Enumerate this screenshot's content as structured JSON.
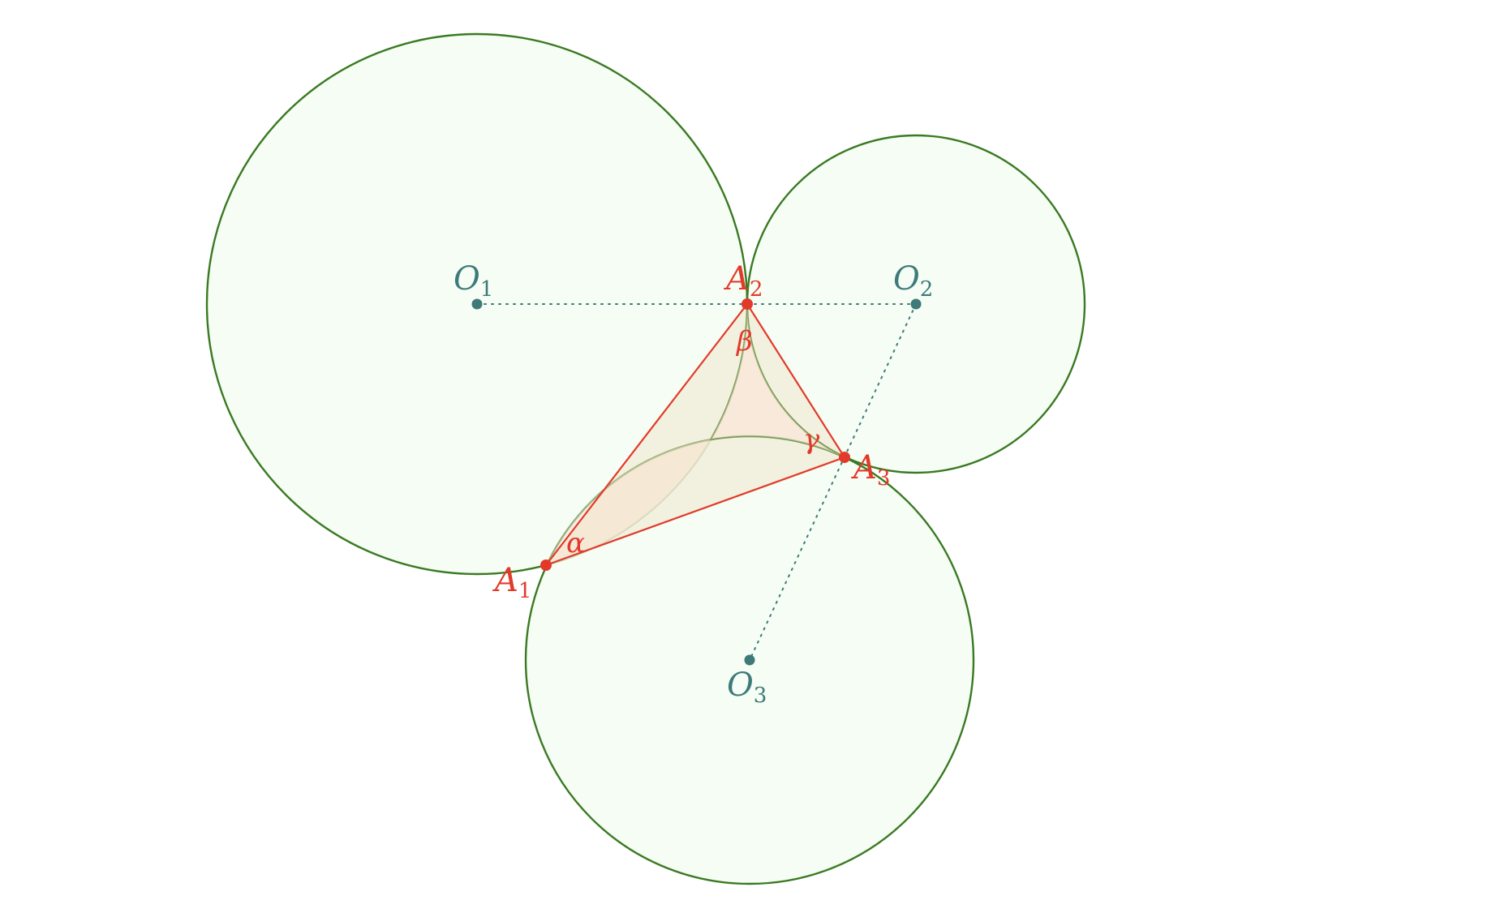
{
  "centers": [
    {
      "id": "O1",
      "letter": "O",
      "sub": "1"
    },
    {
      "id": "O2",
      "letter": "O",
      "sub": "2"
    },
    {
      "id": "O3",
      "letter": "O",
      "sub": "3"
    }
  ],
  "tangent_points": [
    {
      "id": "A1",
      "letter": "A",
      "sub": "1"
    },
    {
      "id": "A2",
      "letter": "A",
      "sub": "2"
    },
    {
      "id": "A3",
      "letter": "A",
      "sub": "3"
    }
  ],
  "angles": {
    "alpha": "α",
    "beta": "β",
    "gamma": "γ"
  },
  "colors": {
    "circle_stroke": "#3a7a22",
    "circle_fill": "#f2fcf0",
    "center_color": "#3d7a79",
    "triangle_color": "#e23a2a"
  }
}
